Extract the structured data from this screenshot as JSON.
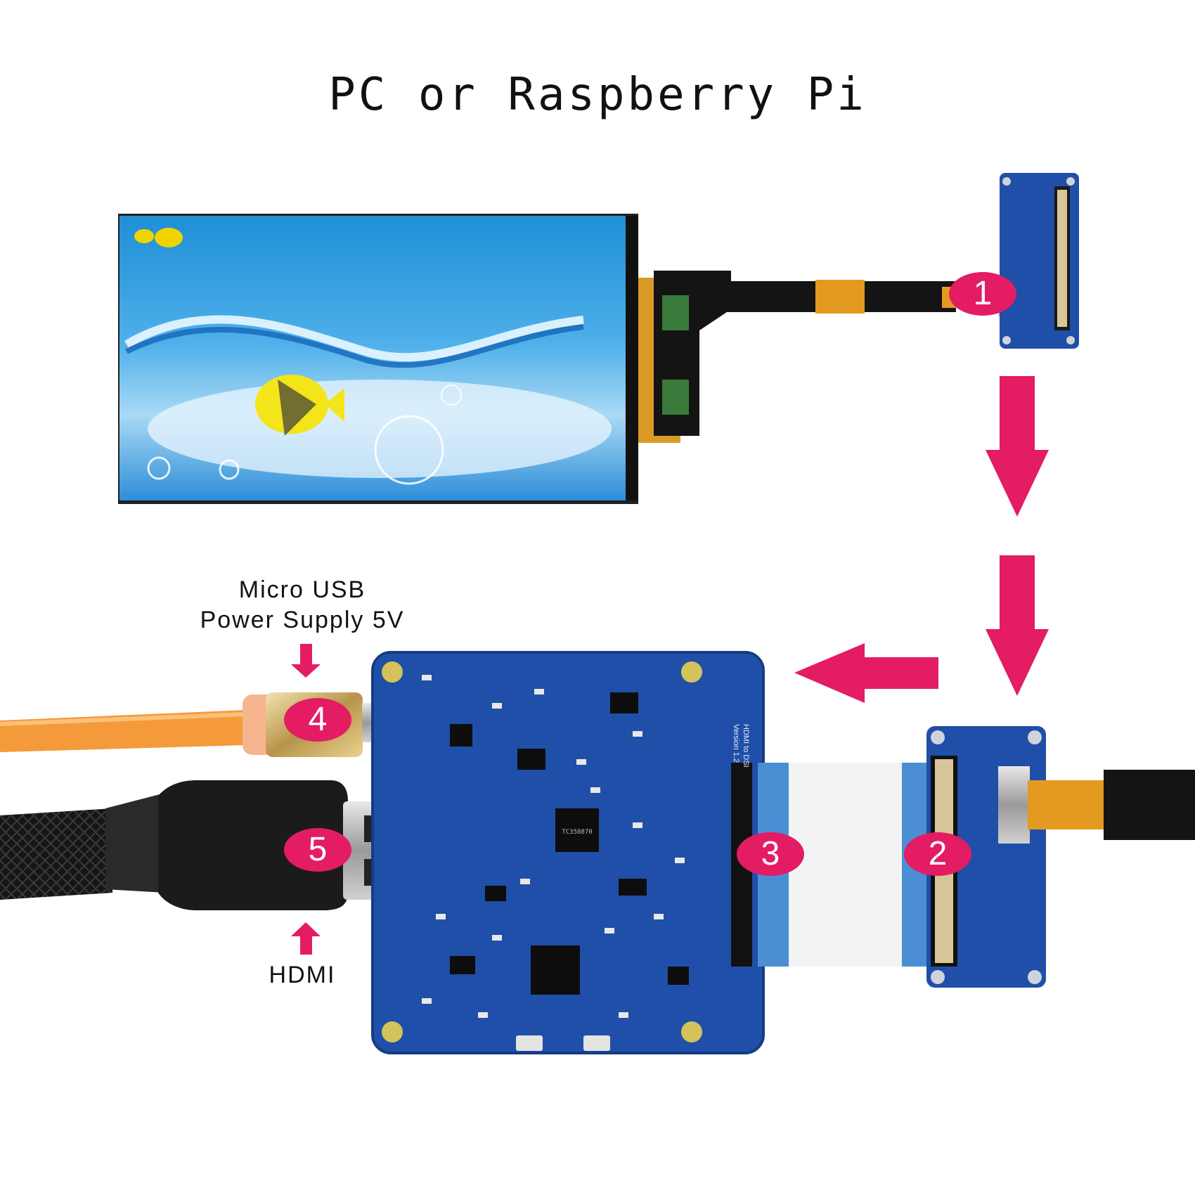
{
  "title": "PC or Raspberry Pi",
  "labels": {
    "usb": "Micro USB",
    "usb_line2": "Power Supply 5V",
    "hdmi": "HDMI"
  },
  "badges": [
    "1",
    "2",
    "3",
    "4",
    "5"
  ],
  "board_silkscreen": [
    "HDMI to DSI",
    "Version 1.2"
  ],
  "chip_text": "TC358870",
  "colors": {
    "accent": "#e31c63",
    "pcb": "#1f4fa8",
    "pcb_dark": "#163c84",
    "flex": "#e49a20",
    "usb_cable": "#f49a3a",
    "screen_sky": "#3a9ee0"
  }
}
